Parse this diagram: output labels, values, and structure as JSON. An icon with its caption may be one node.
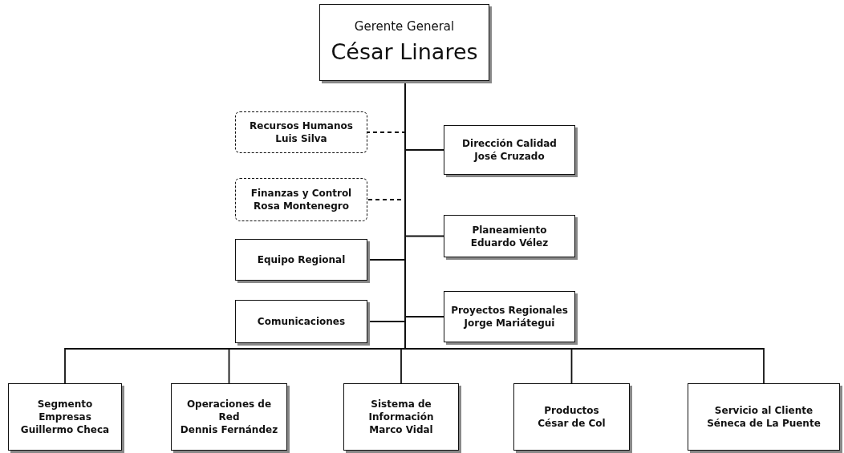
{
  "diagram": {
    "nodes": [
      {
        "text": [
          "Gerente General",
          "César Linares"
        ]
      },
      {
        "text": [
          "Recursos Humanos",
          "Luis Silva"
        ]
      },
      {
        "text": [
          "Dirección Calidad",
          "José Cruzado"
        ]
      },
      {
        "text": [
          "Finanzas y Control",
          "Rosa Montenegro"
        ]
      },
      {
        "text": [
          "Planeamiento",
          "Eduardo Vélez"
        ]
      },
      {
        "text": [
          "Equipo Regional"
        ]
      },
      {
        "text": [
          "Comunicaciones"
        ]
      },
      {
        "text": [
          "Proyectos Regionales",
          "Jorge Mariátegui"
        ]
      },
      {
        "text": [
          "Segmento Empresas",
          "Guillermo Checa"
        ]
      },
      {
        "text": [
          "Operaciones de Red",
          "Dennis Fernández"
        ]
      },
      {
        "text": [
          "Sistema de Información",
          "Marco Vidal"
        ]
      },
      {
        "text": [
          "Productos",
          "César de Col"
        ]
      },
      {
        "text": [
          "Servicio al Cliente",
          "Séneca de La Puente"
        ]
      }
    ],
    "edges": [
      {
        "from": 0,
        "to": 1,
        "arrow": "none",
        "style": "dashed"
      },
      {
        "from": 0,
        "to": 2,
        "arrow": "none"
      },
      {
        "from": 0,
        "to": 3,
        "arrow": "none",
        "style": "dashed"
      },
      {
        "from": 0,
        "to": 4,
        "arrow": "none"
      },
      {
        "from": 0,
        "to": 5,
        "arrow": "none"
      },
      {
        "from": 0,
        "to": 6,
        "arrow": "none"
      },
      {
        "from": 0,
        "to": 7,
        "arrow": "none"
      },
      {
        "from": 0,
        "to": 8,
        "arrow": "none"
      },
      {
        "from": 0,
        "to": 9,
        "arrow": "none"
      },
      {
        "from": 0,
        "to": 10,
        "arrow": "none"
      },
      {
        "from": 0,
        "to": 11,
        "arrow": "none"
      },
      {
        "from": 0,
        "to": 12,
        "arrow": "none"
      }
    ]
  }
}
